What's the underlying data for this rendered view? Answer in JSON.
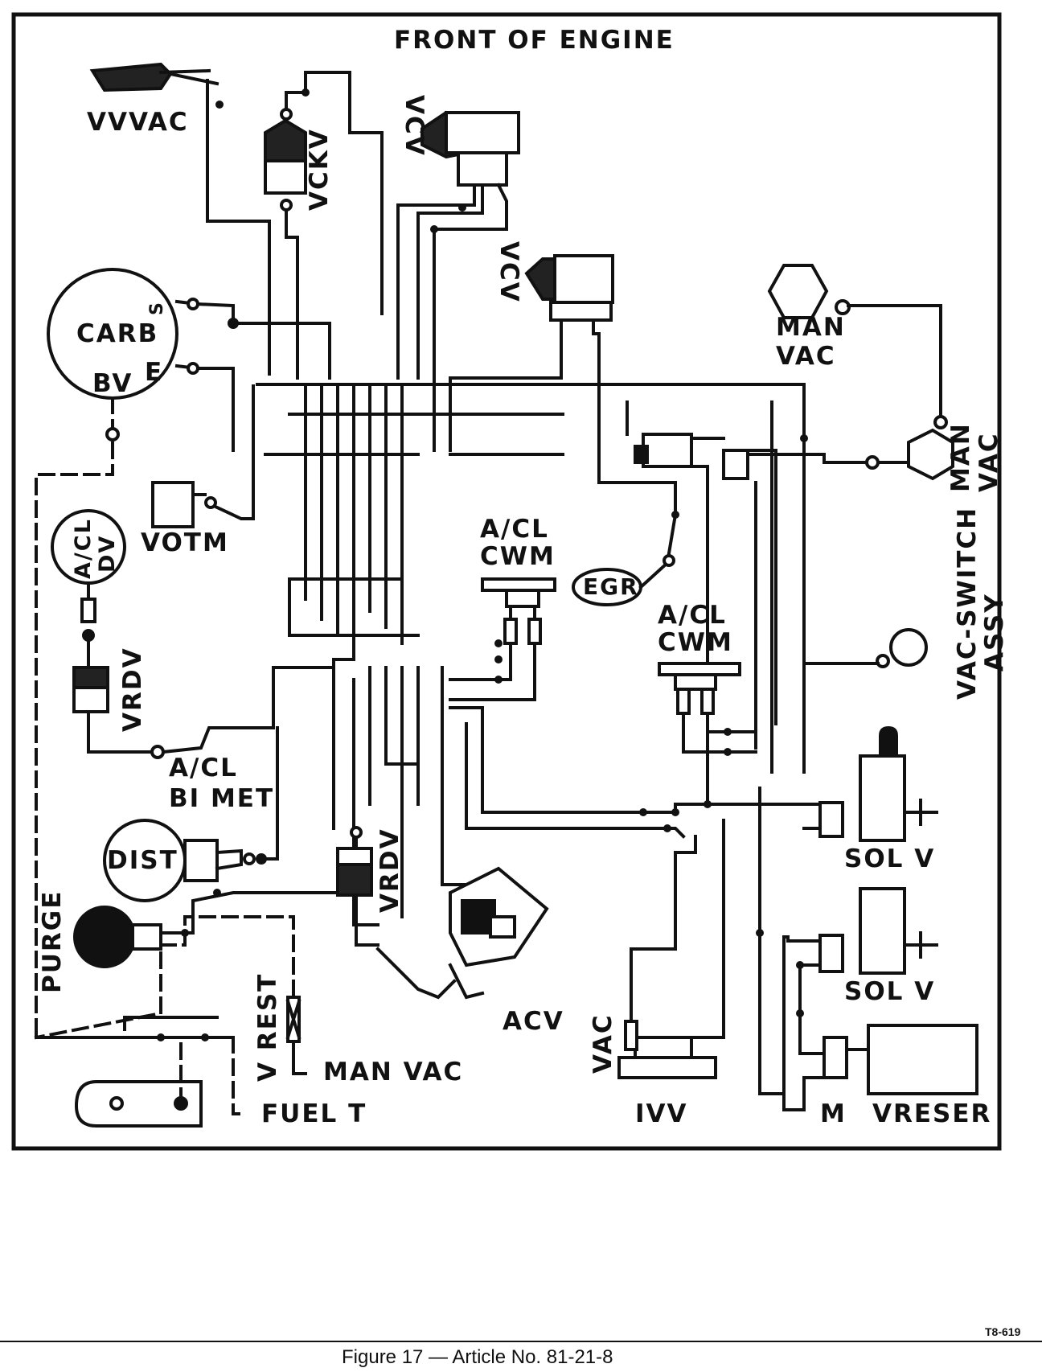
{
  "header": {
    "title": "FRONT OF ENGINE"
  },
  "components": {
    "vvvac": "VVVAC",
    "vckv": "VCKV",
    "vcv_top": "VCV",
    "vcv_mid": "VCV",
    "carb": "CARB",
    "carb_bv": "BV",
    "carb_e": "E",
    "carb_s": "S",
    "man_vac_top": [
      "MAN",
      "VAC"
    ],
    "man_vac_right": [
      "MAN",
      "VAC"
    ],
    "votm": "VOTM",
    "acl_dv": [
      "A/CL",
      "DV"
    ],
    "acl_cwm_left": [
      "A/CL",
      "CWM"
    ],
    "acl_cwm_right": [
      "A/CL",
      "CWM"
    ],
    "egr": "EGR",
    "vac_switch_assy": [
      "VAC-SWITCH",
      "ASSY"
    ],
    "vrdv_left": "VRDV",
    "vrdv_center": "VRDV",
    "acl_bimet": [
      "A/CL",
      "BI MET"
    ],
    "dist": "DIST",
    "purge": "PURGE",
    "vrest": "V REST",
    "man_vac_bottom": "MAN VAC",
    "fuel_t": "FUEL T",
    "acv": "ACV",
    "vac_ivv": "VAC",
    "ivv": "IVV",
    "sol_v_upper": "SOL V",
    "sol_v_lower": "SOL V",
    "m": "M",
    "vreser": "VRESER"
  },
  "footer": {
    "code": "T8-619",
    "caption": "Figure 17 — Article No. 81-21-8"
  }
}
